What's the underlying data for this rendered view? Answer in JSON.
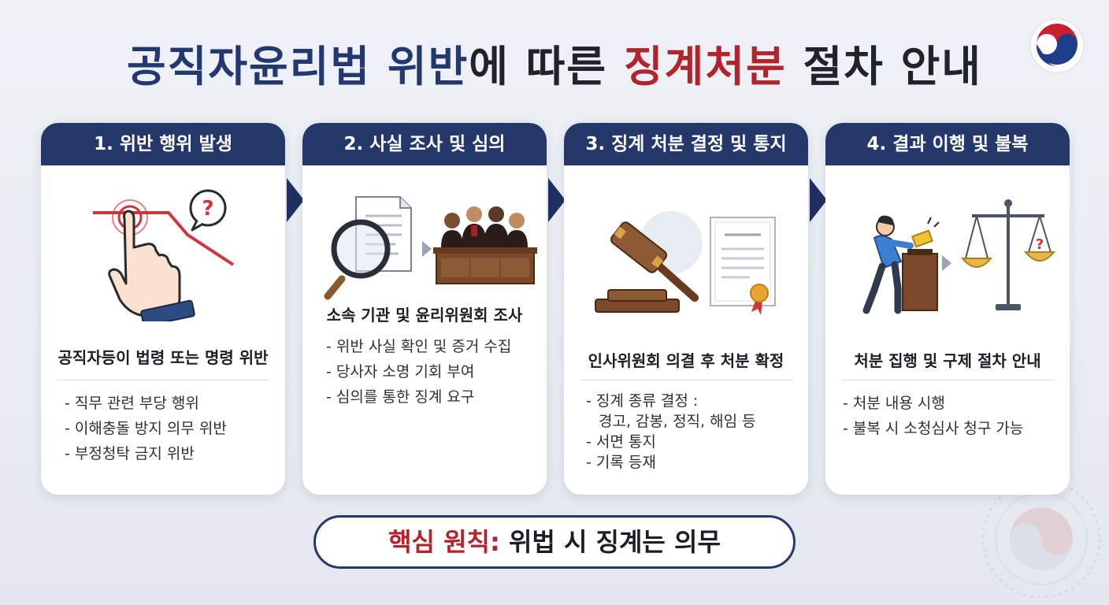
{
  "title": {
    "part1": "공직자윤리법 위반",
    "part2": "에 따른 ",
    "part3": "징계처분",
    "part4": " 절차 안내"
  },
  "colors": {
    "navy": "#25386a",
    "accent_red": "#b3232b",
    "text_dark": "#1b1e26",
    "background": "#eef1f6"
  },
  "steps": [
    {
      "header": "1. 위반 행위 발생",
      "icon": "hand-pointing-declining-chart-question-icon",
      "main": "공직자등이 법령 또는 명령 위반",
      "items": [
        "- 직무 관련 부당 행위",
        "- 이해충돌 방지 의무 위반",
        "- 부정청탁 금지 위반"
      ]
    },
    {
      "header": "2. 사실 조사 및 심의",
      "icon": "magnifier-document-committee-icon",
      "main": "소속 기관 및 윤리위원회 조사",
      "items": [
        "- 위반 사실 확인 및 증거 수집",
        "- 당사자 소명 기회 부여",
        "- 심의를 통한 징계 요구"
      ]
    },
    {
      "header": "3. 징계 처분 결정 및 통지",
      "icon": "gavel-certificate-icon",
      "main": "인사위원회 의결 후 처분 확정",
      "items": [
        "- 징계 종류 결정 :",
        "  경고, 감봉, 정직, 해임 등",
        "- 서면 통지",
        "- 기록 등재"
      ]
    },
    {
      "header": "4. 결과 이행 및 불복",
      "icon": "person-ballot-scales-icon",
      "main": "처분 집행 및 구제 절차 안내",
      "items": [
        "- 처분 내용 시행",
        "- 불복 시 소청심사 청구 가능"
      ]
    }
  ],
  "principle": {
    "label": "핵심 원칙:",
    "text": " 위법 시 징계는 의무"
  }
}
